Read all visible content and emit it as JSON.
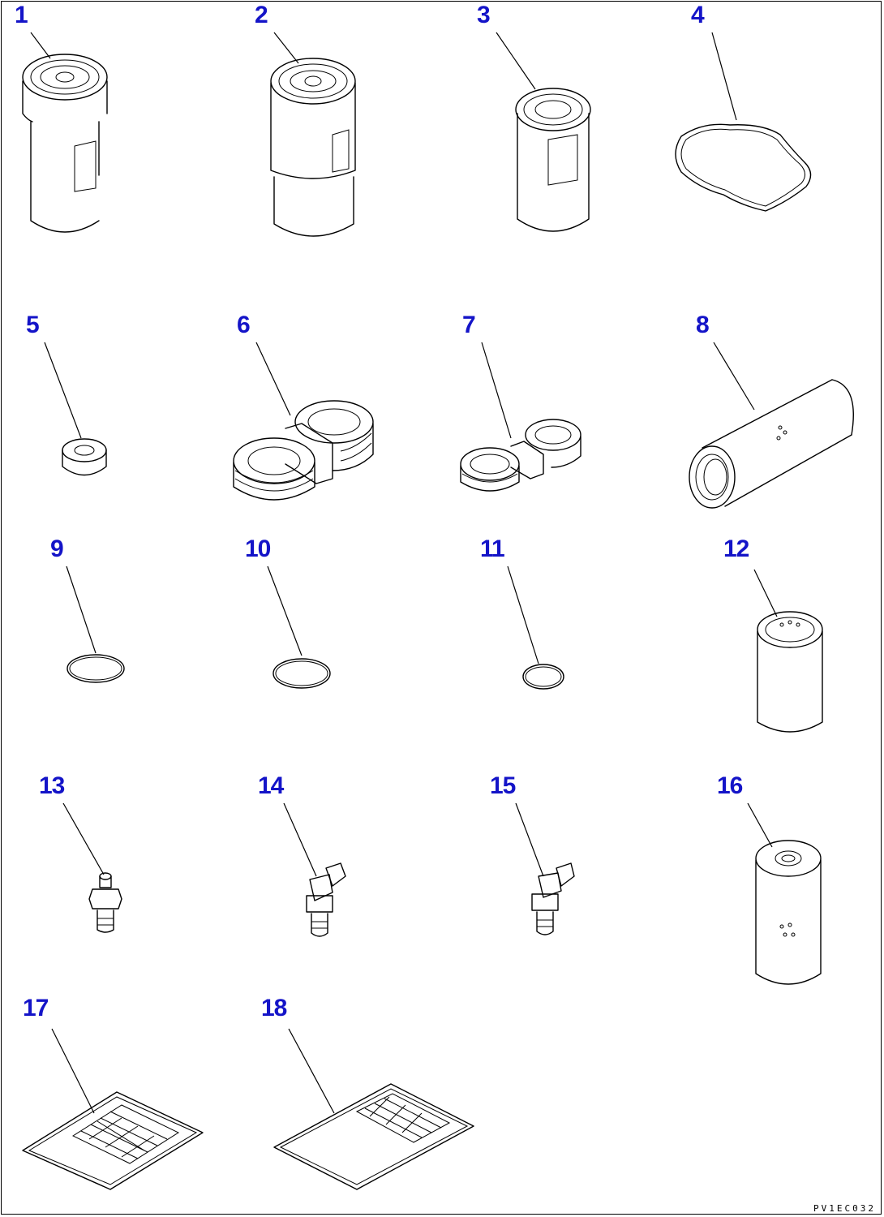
{
  "callout_color": "#1414c8",
  "line_color": "#000000",
  "drawing_code": "PV1EC032",
  "parts": [
    {
      "label": "1",
      "icon": "spin-on-filter-icon"
    },
    {
      "label": "2",
      "icon": "spin-on-filter-large-icon"
    },
    {
      "label": "3",
      "icon": "spin-on-filter-small-icon"
    },
    {
      "label": "4",
      "icon": "gasket-icon"
    },
    {
      "label": "5",
      "icon": "ring-spacer-icon"
    },
    {
      "label": "6",
      "icon": "filter-wrench-large-icon"
    },
    {
      "label": "7",
      "icon": "filter-wrench-small-icon"
    },
    {
      "label": "8",
      "icon": "filter-element-icon"
    },
    {
      "label": "9",
      "icon": "o-ring-large-icon"
    },
    {
      "label": "10",
      "icon": "o-ring-medium-icon"
    },
    {
      "label": "11",
      "icon": "o-ring-small-icon"
    },
    {
      "label": "12",
      "icon": "cartridge-filter-icon"
    },
    {
      "label": "13",
      "icon": "straight-grease-fitting-icon"
    },
    {
      "label": "14",
      "icon": "angled-grease-fitting-icon"
    },
    {
      "label": "15",
      "icon": "angled-grease-fitting-icon"
    },
    {
      "label": "16",
      "icon": "tall-cartridge-filter-icon"
    },
    {
      "label": "17",
      "icon": "label-sheet-icon"
    },
    {
      "label": "18",
      "icon": "label-sheet-icon"
    }
  ]
}
